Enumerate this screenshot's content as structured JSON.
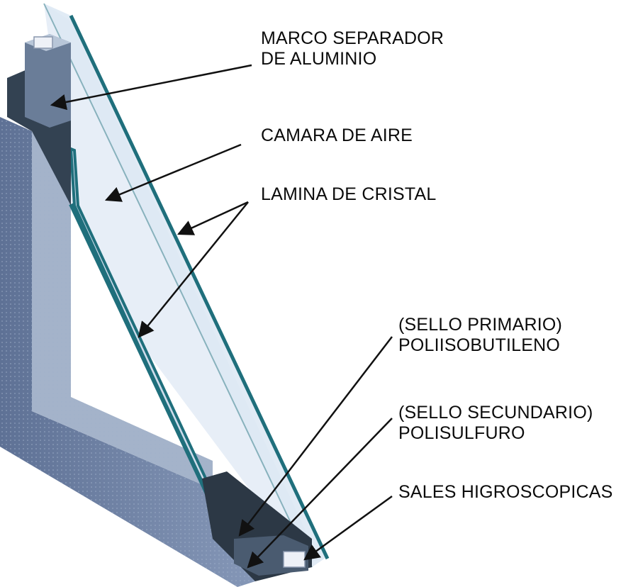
{
  "labels": {
    "marco_separador": [
      "MARCO SEPARADOR",
      "DE ALUMINIO"
    ],
    "camara_aire": [
      "CAMARA DE AIRE"
    ],
    "lamina_cristal": [
      "LAMINA DE CRISTAL"
    ],
    "sello_primario": [
      "(SELLO PRIMARIO)",
      "POLIISOBUTILENO"
    ],
    "sello_secundario": [
      "(SELLO SECUNDARIO)",
      "POLISULFURO"
    ],
    "sales": [
      "SALES HIGROSCOPICAS"
    ]
  },
  "colors": {
    "glass": "#d9e6f3",
    "glass_edge": "#1f6f7c",
    "sealant": "#6f83a6",
    "frame_dark": "#33414f",
    "spacer": "#8d9cb2",
    "arrow": "#111111"
  }
}
